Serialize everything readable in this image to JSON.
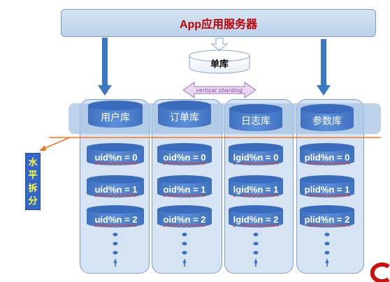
{
  "app_server": {
    "label": "App应用服务器"
  },
  "single_db": {
    "label": "单库"
  },
  "vertical_sharding": {
    "label": "vertical sharding"
  },
  "horizontal_split": {
    "chars": [
      "水",
      "平",
      "拆",
      "分"
    ]
  },
  "databases": [
    {
      "name": "用户库",
      "tables": [
        "uid%n = 0",
        "uid%n = 1",
        "uid%n = 2"
      ]
    },
    {
      "name": "订单库",
      "tables": [
        "oid%n = 0",
        "oid%n = 1",
        "oid%n = 2"
      ]
    },
    {
      "name": "日志库",
      "tables": [
        "lgid%n = 0",
        "lgid%n = 1",
        "lgid%n = 2"
      ]
    },
    {
      "name": "参数库",
      "tables": [
        "plid%n = 0",
        "plid%n = 1",
        "plid%n = 2"
      ]
    }
  ],
  "colors": {
    "app_text": "#c00000",
    "cylinder_fill": "#4a7fcf",
    "cylinder_top": "#3a6cbd",
    "arrow": "#3b78c4",
    "split_line": "#f07820",
    "split_label_bg": "#3366cc",
    "split_label_text": "#ffff33"
  }
}
